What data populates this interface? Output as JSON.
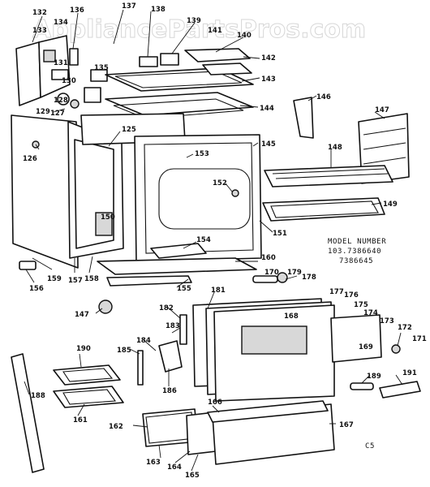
{
  "watermark": "AppliancePartsPros.com",
  "model_heading": "MODEL NUMBER",
  "model_numbers": [
    "103.7386640",
    "7386645"
  ],
  "sheet_code": "C5",
  "callouts": [
    "132",
    "136",
    "137",
    "138",
    "139",
    "140",
    "141",
    "142",
    "143",
    "144",
    "145",
    "146",
    "147",
    "148",
    "149",
    "133",
    "134",
    "131",
    "130",
    "135",
    "129",
    "127",
    "128",
    "125",
    "126",
    "153",
    "152",
    "150",
    "154",
    "151",
    "155",
    "156",
    "157",
    "158",
    "159",
    "160",
    "147",
    "170",
    "179",
    "178",
    "177",
    "176",
    "175",
    "174",
    "173",
    "172",
    "171",
    "181",
    "182",
    "183",
    "184",
    "185",
    "186",
    "189",
    "191",
    "190",
    "188",
    "161",
    "162",
    "163",
    "164",
    "165",
    "166",
    "167",
    "168",
    "169"
  ]
}
